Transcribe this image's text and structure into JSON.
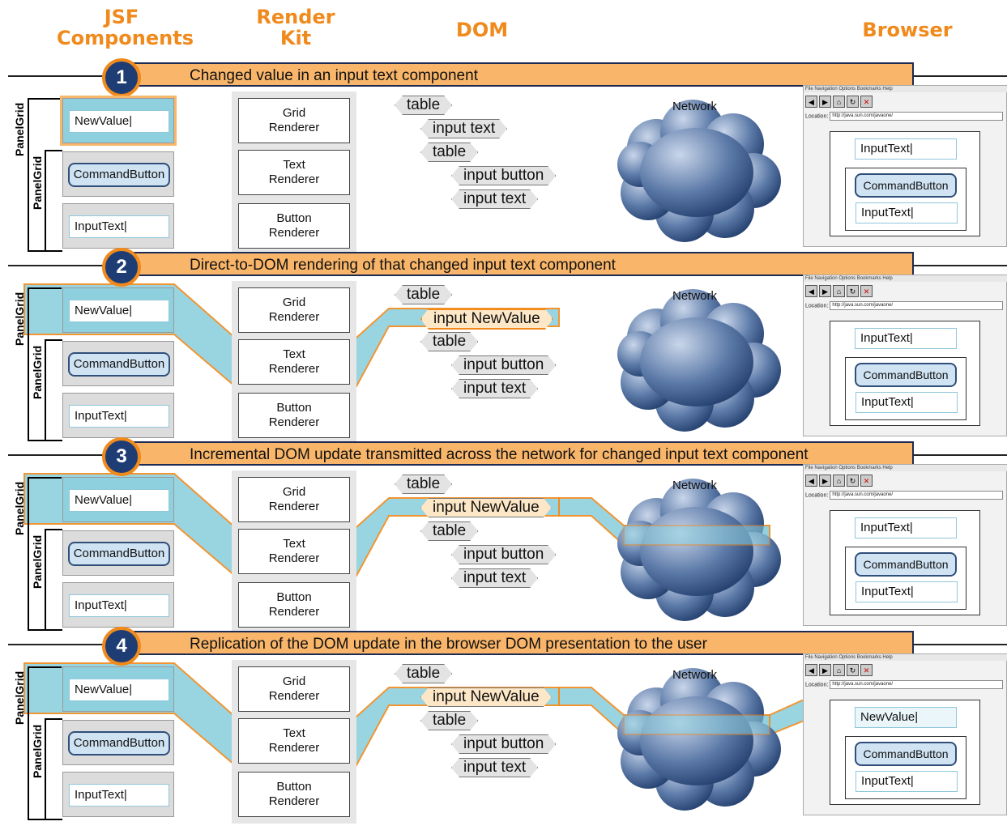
{
  "headers": {
    "jsf_line1": "JSF",
    "jsf_line2": "Components",
    "render_line1": "Render",
    "render_line2": "Kit",
    "dom": "DOM",
    "browser": "Browser"
  },
  "colors": {
    "accent": "#f08a1c",
    "banner": "#f9b66a",
    "navy": "#1f3d75",
    "highlight": "#8fd0de"
  },
  "panels": [
    {
      "number": "1",
      "caption": "Changed value in an input text component",
      "dom_node2": "input text",
      "browser_top_field": "InputText"
    },
    {
      "number": "2",
      "caption": "Direct-to-DOM rendering of that changed input text component",
      "dom_node2": "input NewValue",
      "browser_top_field": "InputText"
    },
    {
      "number": "3",
      "caption": "Incremental DOM update transmitted across the network for changed input text component",
      "dom_node2": "input NewValue",
      "browser_top_field": "InputText"
    },
    {
      "number": "4",
      "caption": "Replication of the DOM update in the browser DOM presentation to the user",
      "dom_node2": "input NewValue",
      "browser_top_field": "NewValue"
    }
  ],
  "components": {
    "panelgrid_label": "PanelGrid",
    "newvalue": "NewValue",
    "commandbutton": "CommandButton",
    "inputtext": "InputText"
  },
  "renderers": {
    "grid_l1": "Grid",
    "grid_l2": "Renderer",
    "text_l1": "Text",
    "text_l2": "Renderer",
    "button_l1": "Button",
    "button_l2": "Renderer"
  },
  "dom": {
    "table": "table",
    "input_button": "input button",
    "input_text": "input text"
  },
  "network": "Network",
  "browser": {
    "menu": "File   Navigation   Options   Bookmarks   Help",
    "location_label": "Location:",
    "location_url": "http://java.sun.com/javaone/",
    "command_button": "CommandButton",
    "input_text": "InputText"
  }
}
